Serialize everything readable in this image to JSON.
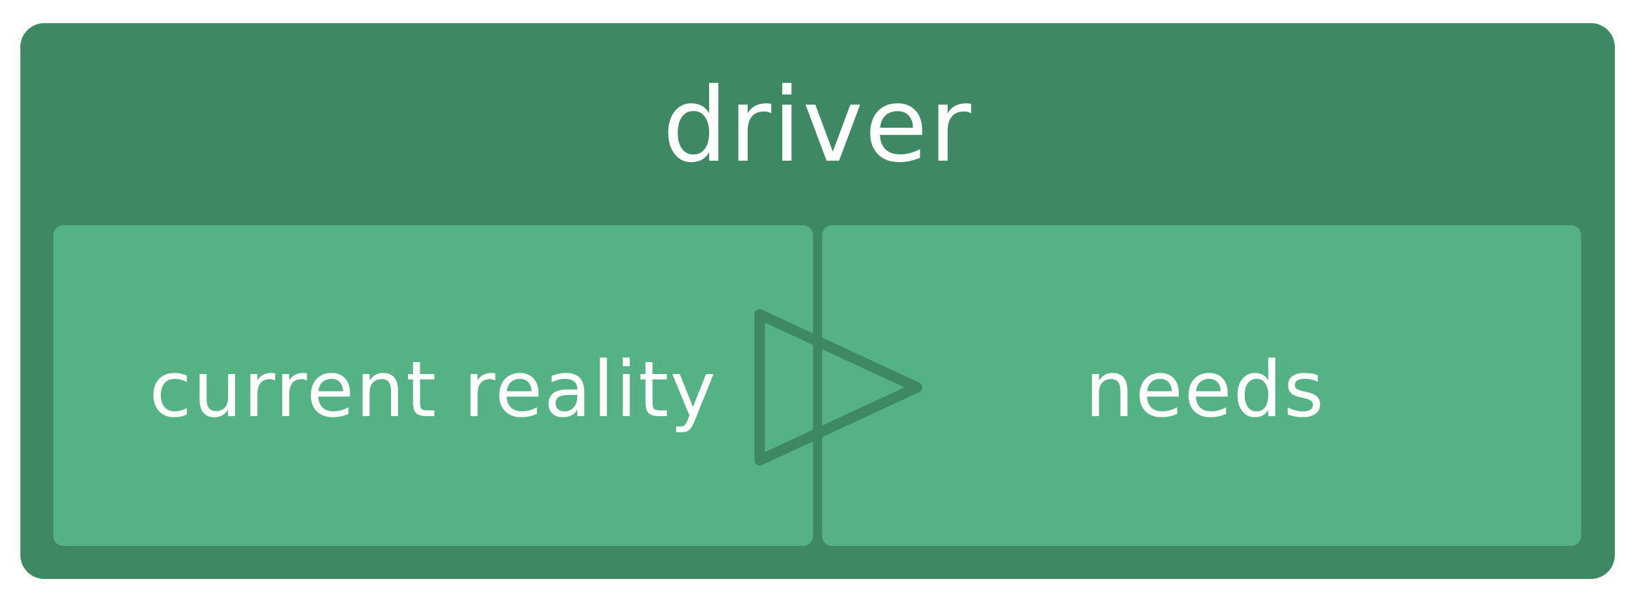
{
  "diagram": {
    "title": "driver",
    "left_box": {
      "label": "current reality"
    },
    "right_box": {
      "label": "needs"
    },
    "connector": {
      "icon": "play-triangle-icon"
    }
  },
  "colors": {
    "outer_fill": "#3e8864",
    "inner_fill": "#55b284",
    "text": "#ffffff",
    "arrow_stroke": "#3e8864"
  }
}
